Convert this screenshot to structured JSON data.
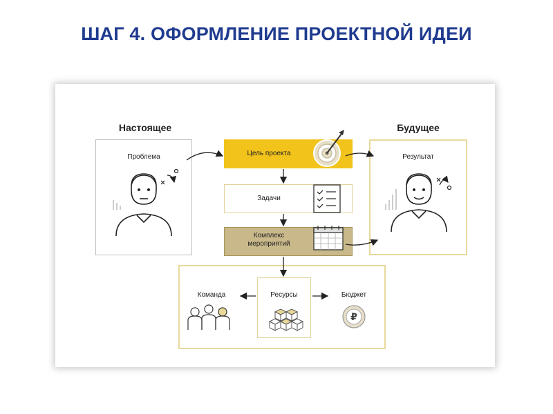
{
  "title": "ШАГ 4. ОФОРМЛЕНИЕ ПРОЕКТНОЙ ИДЕИ",
  "present": {
    "header": "Настоящее",
    "problem": "Проблема"
  },
  "future": {
    "header": "Будущее",
    "result": "Результат"
  },
  "steps": {
    "goal": "Цель проекта",
    "tasks": "Задачи",
    "activities_line1": "Комплекс",
    "activities_line2": "мероприятий"
  },
  "resources": {
    "team": "Команда",
    "resources": "Ресурсы",
    "budget": "Бюджет"
  },
  "colors": {
    "title": "#1f3b8f",
    "accent_yellow": "#f2c31b",
    "khaki": "#c9b98a",
    "khaki_border": "#a8935a",
    "light_border": "#d9c98a"
  }
}
